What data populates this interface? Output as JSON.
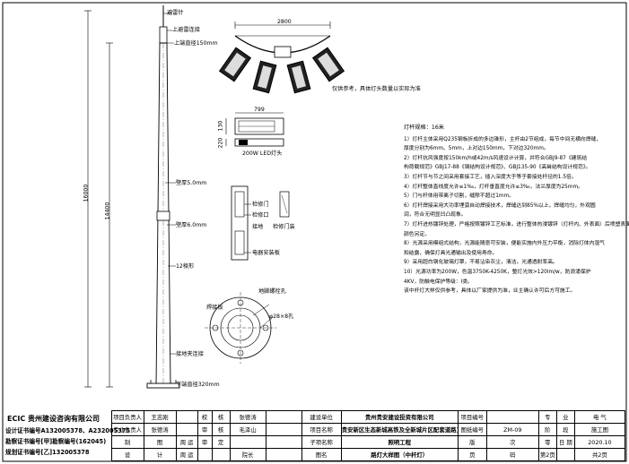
{
  "drawing": {
    "labels": {
      "lightning_rod": "避雷针",
      "top_flange": "上避雷连接",
      "top_diameter": "上端直径150mm",
      "wall_5mm": "壁厚5.0mm",
      "wall_6mm": "壁厚6.0mm",
      "sides_12": "12棱形",
      "bottom_diameter": "下端直径320mm",
      "ground_label": "接地夹连接",
      "height_16000": "16000",
      "height_14400": "14400",
      "lamp_span": "2800",
      "lamp_note": "仅供参考，具体灯头数量以实际为准",
      "led_width": "799",
      "led_height_a": "130",
      "led_height_b": "220",
      "led_caption": "200W LED灯头",
      "door_label_1": "检修门",
      "door_label_2": "检修口",
      "door_label_3": "接地",
      "door_label_4": "检修门装",
      "door_label_5": "电器安装板",
      "flange_label_1": "地脚螺栓孔",
      "flange_label_2": "焊接板",
      "flange_label_3": "φ28×8孔"
    }
  },
  "notes": {
    "title": "灯杆规格：16米",
    "lines": [
      "1）灯杆主体采用Q235钢板折成的多边锥形，主杆由2节组成，每节中间无横向焊缝，",
      "厚度分别为6mm、5mm，上对边150mm，下对边320mm。",
      "2）灯杆抗风强度按150km/h或42m/s风速设计计算，并符合GBJ9-87《建筑结",
      "构荷载规范》GBJ17-88《钢结构设计规范》、GBJ135-90《高耸结构设计规范》。",
      "3）灯杆节与节之间采用套接工艺，插入深度大于等于套接处杆径的1.5倍。",
      "4）灯杆整体直线度允许≤1‰，灯杆垂直度允许≤3‰，法兰厚度为25mm。",
      "5）门与杆体用带离子切割，缝隙不超过1mm。",
      "6）灯杆焊接采用大功率埋弧自动焊接技术，焊缝达到85%以上，焊缝均匀，外观圆",
      "润，符合无明显凹凸现象。",
      "7）灯杆进热镀锌处理，严格按照镀锌工艺标准，进行整体热浸镀锌（灯杆内、外表面）后喷塑表面处理。",
      "颜色另定。",
      "8）光源采用模组式结构，光源能随意可安装，便能实施内外压力平衡，消除灯体内湿气",
      "和结露，确保灯具光通输出及使用寿命。",
      "9）采用超白钢化玻璃灯罩，不易沾染灰尘，清洁，光通透射率高。",
      "10）光源功率为200W，色温3750K-4250K，整灯光效>120lm/w，防浪涌保护",
      "4KV，防触电保护等级：I类。",
      "该中杆灯大样仅供参考，具体以厂家提供为准，业主确认许可后方可施工。"
    ]
  },
  "title_block": {
    "company_logo": "ECIC 贵州建设咨询有限公司",
    "cert_lines": [
      "设计证书编号A132005378、A232005375",
      "勘察证书编号[甲]勘察编号(162045)",
      "规划证书编号[乙]132005378"
    ],
    "rows": [
      [
        "项目负责人",
        "王志刚",
        "",
        "校",
        "核",
        "张德涛",
        "",
        "建设单位",
        "贵州贵安建设投资有限公司",
        "项目编号",
        "",
        "专",
        "业",
        "电 气"
      ],
      [
        "专业负责人",
        "张德涛",
        "",
        "审",
        "核",
        "毛泽山",
        "",
        "项目名称",
        "贵安新区生态新城高铁及全新城片区配套道路工程",
        "图纸编号",
        "ZM-09",
        "阶",
        "段",
        "施工图"
      ],
      [
        "制",
        "图",
        "周 运",
        "审",
        "定",
        "",
        "",
        "子项名称",
        "照明工程",
        "版",
        "次",
        "零",
        "日 期",
        "2020.10"
      ],
      [
        "设",
        "计",
        "周 运",
        "",
        "",
        "院长",
        "",
        "图名",
        "路灯大样图（中杆灯）",
        "页",
        "码",
        "第2页",
        "",
        "共2页"
      ]
    ]
  }
}
